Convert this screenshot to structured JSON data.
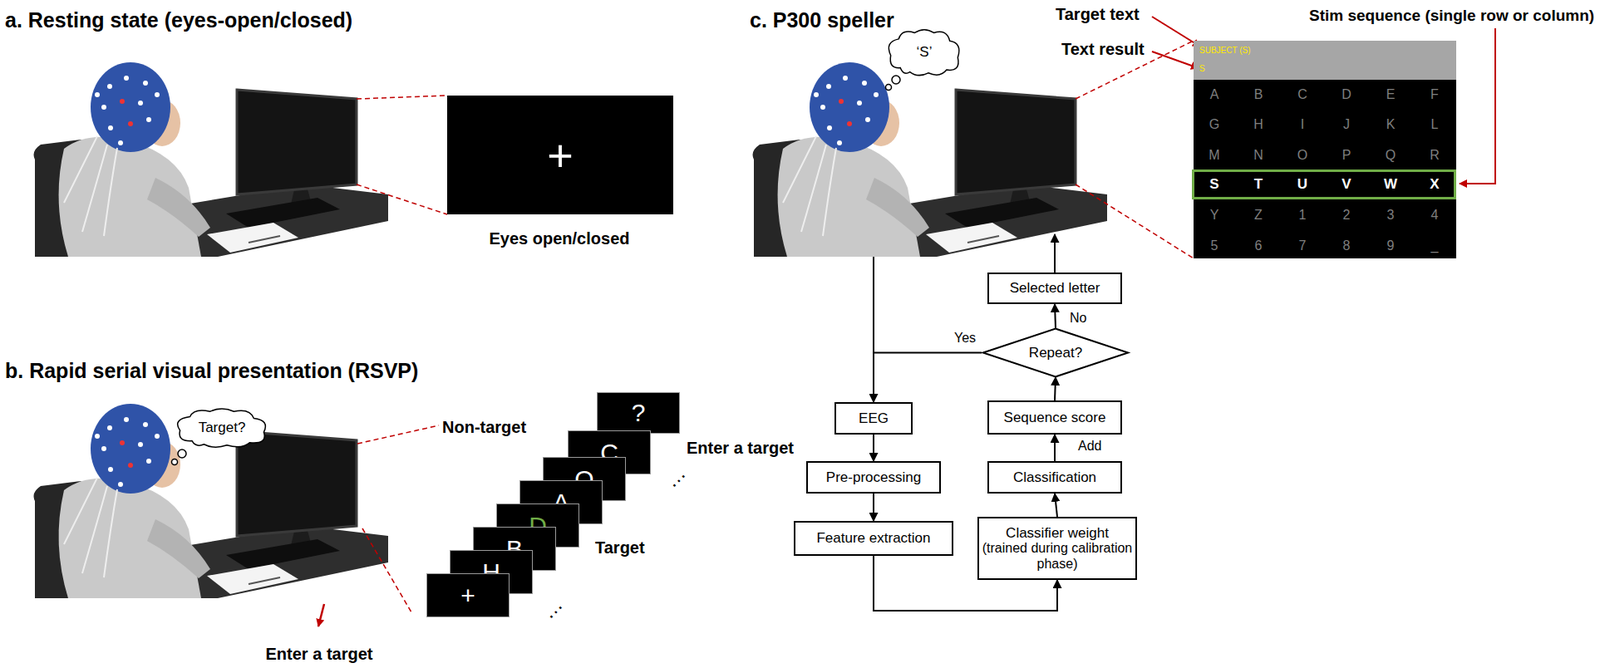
{
  "diagram": {
    "nodes": [
      {
        "text": [
          "+"
        ]
      },
      {
        "text": [
          "Target?"
        ]
      },
      {
        "text": [
          "+"
        ]
      },
      {
        "text": [
          "H"
        ]
      },
      {
        "text": [
          "B"
        ]
      },
      {
        "text": [
          "D"
        ]
      },
      {
        "text": [
          "A"
        ]
      },
      {
        "text": [
          "O"
        ]
      },
      {
        "text": [
          "C"
        ]
      },
      {
        "text": [
          "?"
        ]
      },
      {
        "text": [
          "‘S’"
        ]
      },
      {
        "text": [
          "SUBJECT (S)",
          "S"
        ]
      },
      {
        "text": [
          "S",
          "T",
          "U",
          "V",
          "W",
          "X"
        ]
      },
      {
        "text": [
          "Selected letter"
        ]
      },
      {
        "text": [
          "Repeat?"
        ]
      },
      {
        "text": [
          "Sequence score"
        ]
      },
      {
        "text": [
          "Classification"
        ]
      },
      {
        "text": [
          "Classifier weight",
          "(trained during calibration phase)"
        ]
      },
      {
        "text": [
          "EEG"
        ]
      },
      {
        "text": [
          "Pre-processing"
        ]
      },
      {
        "text": [
          "Feature extraction"
        ]
      }
    ],
    "edges": [
      {
        "from": 18,
        "to": 19,
        "arrow": "to"
      },
      {
        "from": 19,
        "to": 20,
        "arrow": "to"
      },
      {
        "from": 20,
        "to": 17,
        "arrow": "to"
      },
      {
        "from": 17,
        "to": 16,
        "arrow": "to"
      },
      {
        "from": 16,
        "to": 15,
        "arrow": "to",
        "label": "Add"
      },
      {
        "from": 15,
        "to": 14,
        "arrow": "to"
      },
      {
        "from": 14,
        "to": 13,
        "arrow": "to",
        "label": "No"
      },
      {
        "from": 14,
        "to": 18,
        "arrow": "to",
        "label": "Yes"
      }
    ],
    "labels": [
      "a. Resting state (eyes-open/closed)",
      "Eyes open/closed",
      "b. Rapid serial visual presentation (RSVP)",
      "Non-target",
      "Target",
      "Enter a target",
      "…",
      "…",
      "Enter a target",
      "c. P300 speller",
      "Target text",
      "Text result",
      "Stim sequence (single row or column)",
      "A",
      "B",
      "C",
      "D",
      "E",
      "F",
      "G",
      "H",
      "I",
      "J",
      "K",
      "L",
      "M",
      "N",
      "O",
      "P",
      "Q",
      "R",
      "Y",
      "Z",
      "1",
      "2",
      "3",
      "4",
      "5",
      "6",
      "7",
      "8",
      "9",
      "_"
    ]
  }
}
